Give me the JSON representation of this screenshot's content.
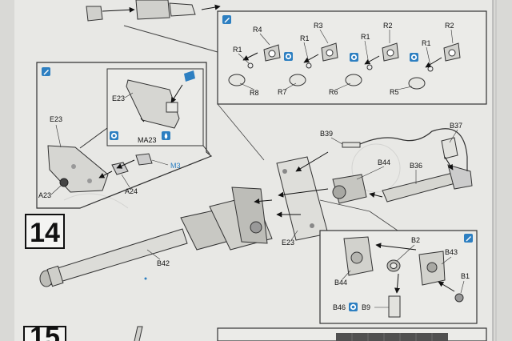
{
  "colors": {
    "paper": "#e8e8e5",
    "line": "#333333",
    "accent": "#2d7fc1",
    "part_fill": "#d0d0cc",
    "table": "#505050"
  },
  "step": {
    "number": "14",
    "next_number": "15"
  },
  "top_panel": {
    "labels": [
      "R4",
      "R1",
      "R3",
      "R1",
      "R1",
      "R2",
      "R1",
      "R2",
      "R8",
      "R7",
      "R6",
      "R5"
    ],
    "icons": [
      "paint-brush-icon",
      "glue-icon",
      "glue-icon",
      "glue-icon",
      "glue-icon"
    ]
  },
  "left_panel": {
    "labels": [
      "E23",
      "E23",
      "MA23",
      "M3",
      "A23",
      "A24"
    ],
    "icons": [
      "paint-brush-icon",
      "photo-etch-bend-icon",
      "glue-icon",
      "paint-drop-icon"
    ]
  },
  "main": {
    "labels": [
      "B39",
      "B37",
      "B44",
      "B36",
      "E23",
      "B42"
    ]
  },
  "sub_panel": {
    "labels": [
      "B2",
      "B43",
      "B1",
      "B44",
      "B46",
      "B9"
    ],
    "icons": [
      "paint-brush-icon",
      "glue-icon"
    ]
  }
}
